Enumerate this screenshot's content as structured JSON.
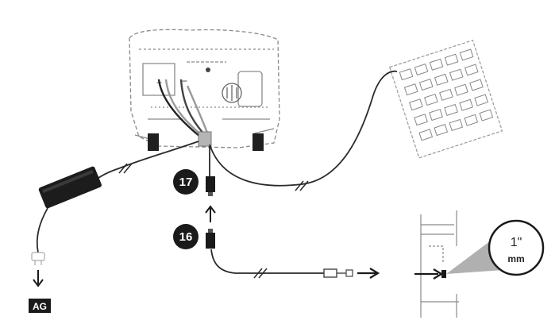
{
  "steps": {
    "step_upper": "17",
    "step_lower": "16"
  },
  "power_box_label": "AG",
  "magnifier": {
    "value": "1\"",
    "unit": "mm"
  },
  "icons": {
    "device": "telescope-mount-icon",
    "keypad": "hand-controller-icon",
    "adapter": "power-adapter-icon",
    "plug": "power-plug-icon"
  },
  "colors": {
    "ink": "#1a1a1a",
    "cable": "#2a2a2a",
    "device_line": "#8a8a8a",
    "connector_highlight": "#b5b5b5",
    "magnifier_fill": "#b0b0b0",
    "background": "#ffffff"
  }
}
